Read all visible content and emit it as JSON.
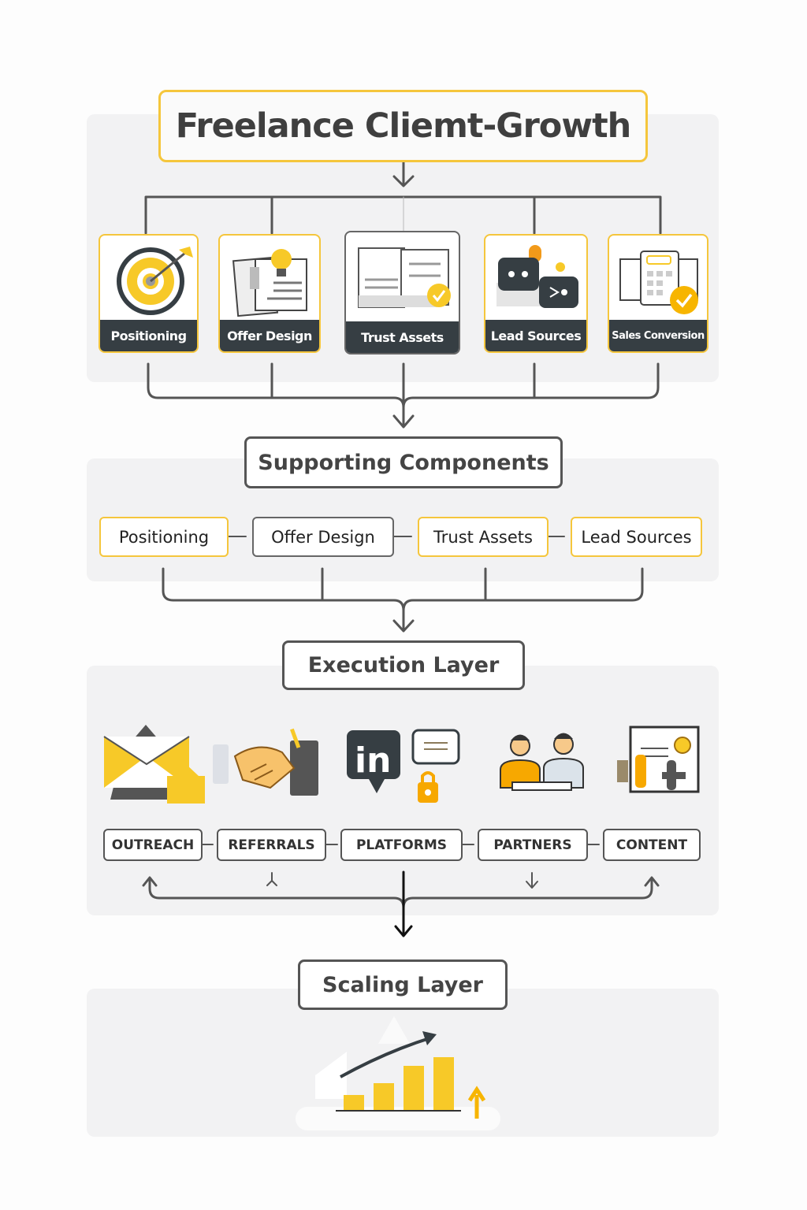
{
  "title": "Freelance Cliemt-Growth",
  "top_cards": [
    {
      "label": "Positioning",
      "icon": "target-icon"
    },
    {
      "label": "Offer Design",
      "icon": "document-lightbulb-icon"
    },
    {
      "label": "Trust Assets",
      "icon": "documents-check-icon"
    },
    {
      "label": "Lead Sources",
      "icon": "chat-bots-icon"
    },
    {
      "label": "Sales Conversion",
      "icon": "calendar-check-icon"
    }
  ],
  "supporting": {
    "heading": "Supporting Components",
    "items": [
      "Positioning",
      "Offer Design",
      "Trust Assets",
      "Lead Sources"
    ]
  },
  "execution": {
    "heading": "Execution Layer",
    "items": [
      {
        "label": "OUTREACH",
        "icon": "envelope-icon"
      },
      {
        "label": "REFERRALS",
        "icon": "handshake-icon"
      },
      {
        "label": "PLATFORMS",
        "icon": "linkedin-icon"
      },
      {
        "label": "PARTNERS",
        "icon": "people-icon"
      },
      {
        "label": "CONTENT",
        "icon": "megaphone-document-icon"
      }
    ]
  },
  "scaling": {
    "heading": "Scaling Layer",
    "icon": "growth-chart-icon"
  },
  "colors": {
    "accent": "#f5c63c",
    "dark": "#363e43",
    "panel": "#f2f2f3"
  }
}
